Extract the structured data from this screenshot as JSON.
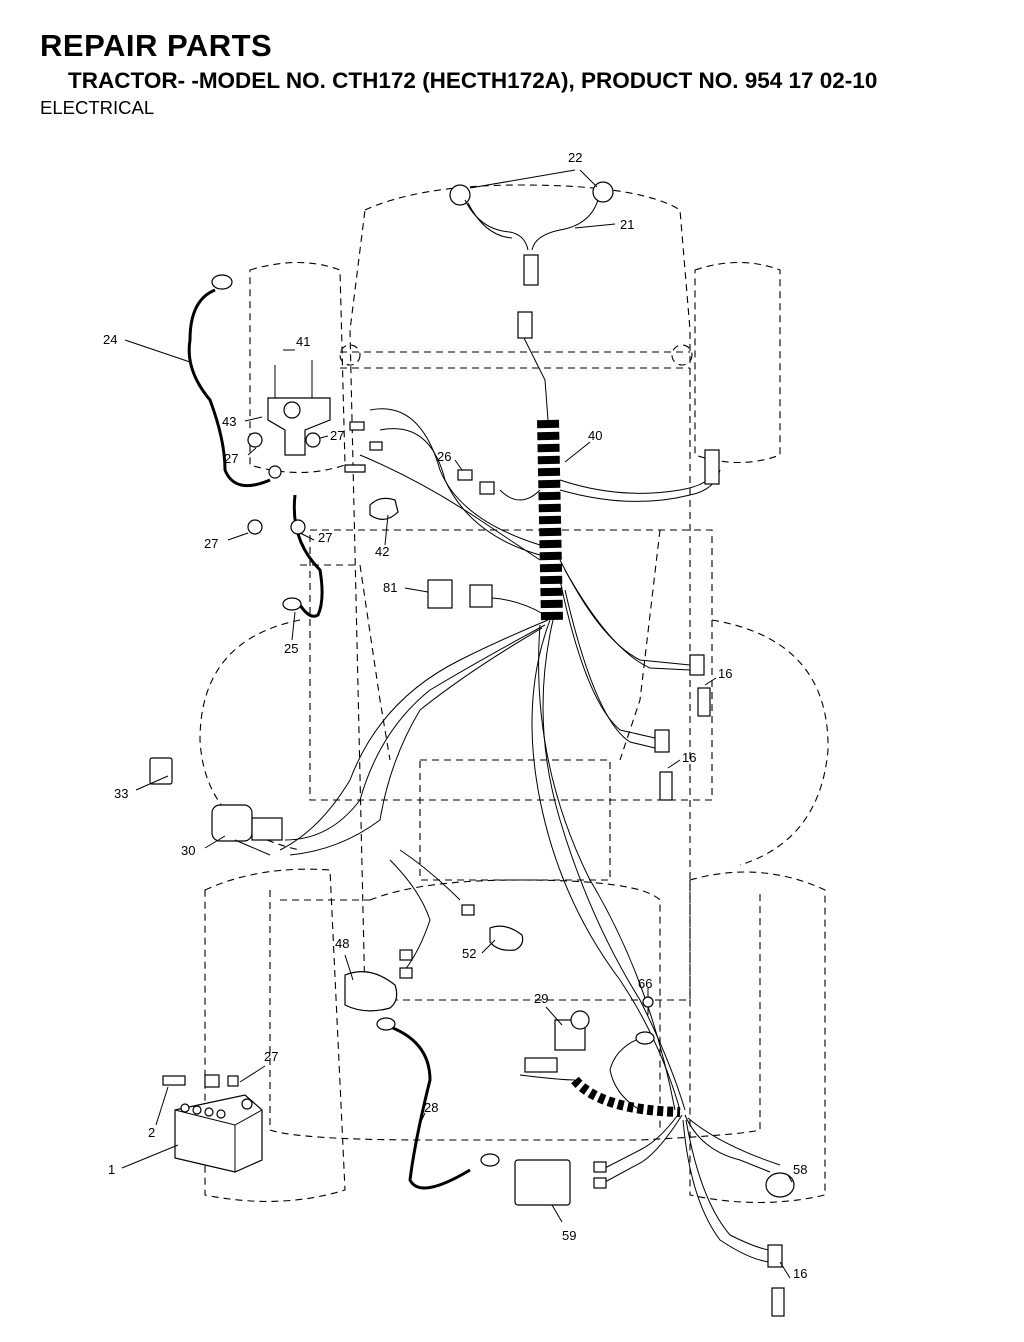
{
  "header": {
    "title": "REPAIR PARTS",
    "subtitle": "TRACTOR- -MODEL NO. CTH172 (HECTH172A), PRODUCT NO. 954 17 02-10",
    "section": "ELECTRICAL"
  },
  "callouts": {
    "c22": "22",
    "c21": "21",
    "c24": "24",
    "c41": "41",
    "c43": "43",
    "c27a": "27",
    "c27b": "27",
    "c27c": "27",
    "c27d": "27",
    "c27e": "27",
    "c40": "40",
    "c26": "26",
    "c42": "42",
    "c81": "81",
    "c25": "25",
    "c16a": "16",
    "c16b": "16",
    "c16c": "16",
    "c33": "33",
    "c30": "30",
    "c48": "48",
    "c52": "52",
    "c66": "66",
    "c29": "29",
    "c28": "28",
    "c2": "2",
    "c1": "1",
    "c58": "58",
    "c59": "59"
  }
}
